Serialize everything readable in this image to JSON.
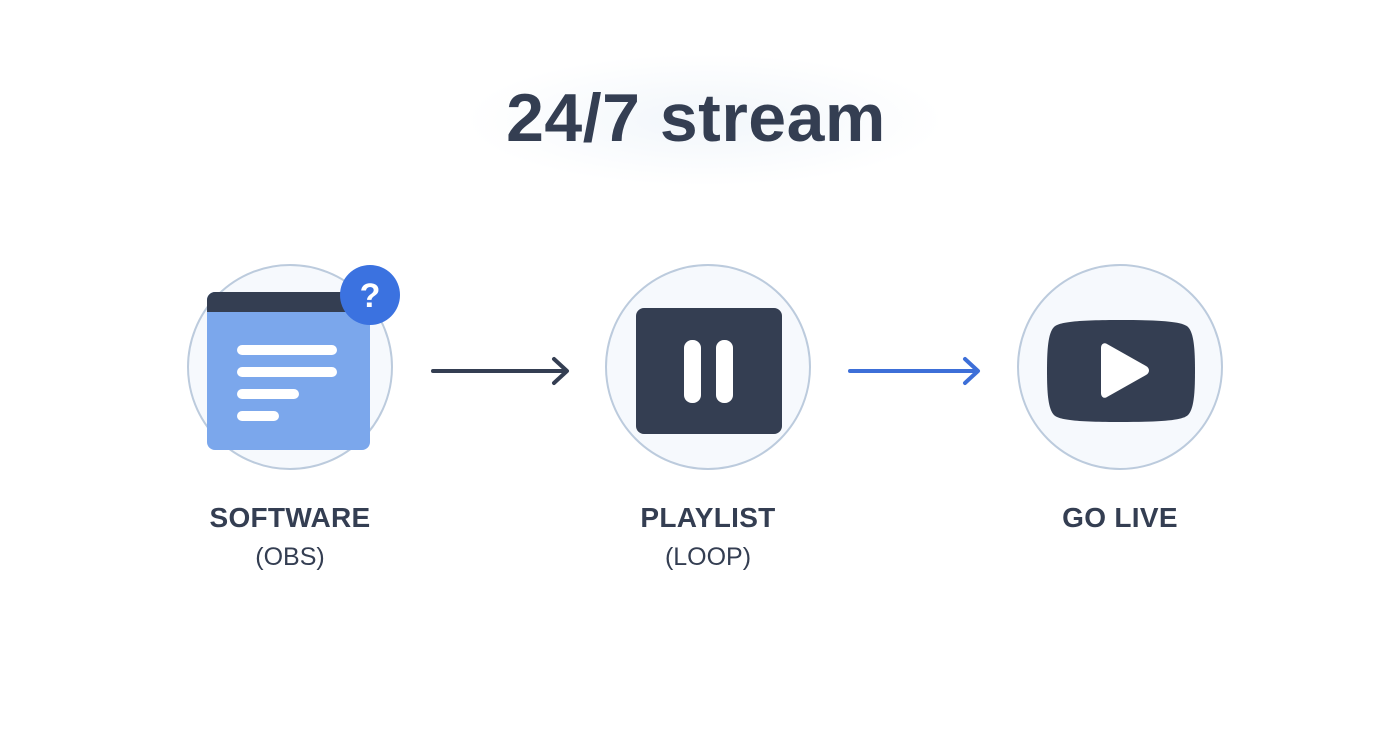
{
  "title": "24/7 stream",
  "colors": {
    "text": "#343e52",
    "circle_fill": "#f6f9fd",
    "circle_border": "#bccbdd",
    "window_body": "#7ba7ec",
    "window_titlebar": "#343e52",
    "badge": "#3b72e0",
    "dark_icon": "#343e52",
    "arrow_dark": "#343e52",
    "arrow_blue": "#3d6fd8"
  },
  "steps": [
    {
      "label": "SOFTWARE",
      "sublabel": "(OBS)",
      "icon": "software-window-icon",
      "badge": "?"
    },
    {
      "label": "PLAYLIST",
      "sublabel": "(LOOP)",
      "icon": "pause-icon"
    },
    {
      "label": "GO LIVE",
      "sublabel": "",
      "icon": "play-icon"
    }
  ],
  "arrows": [
    {
      "from": "SOFTWARE",
      "to": "PLAYLIST",
      "color": "dark"
    },
    {
      "from": "PLAYLIST",
      "to": "GO LIVE",
      "color": "blue"
    }
  ]
}
